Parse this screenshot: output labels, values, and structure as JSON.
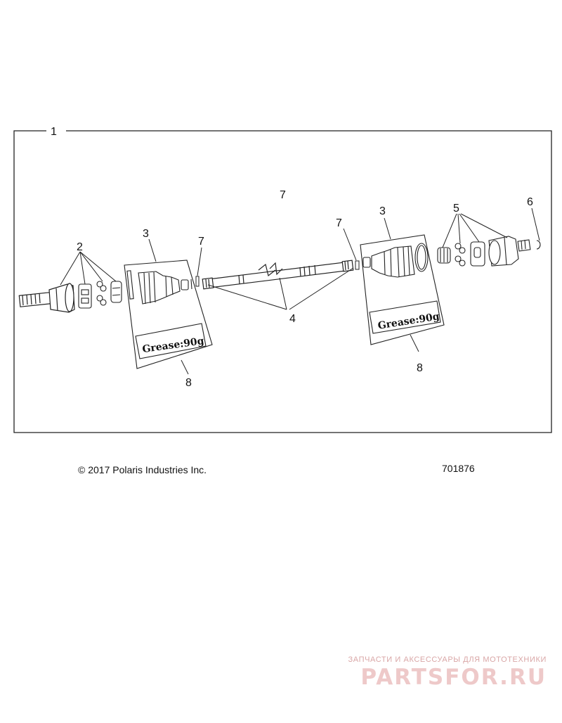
{
  "diagram": {
    "callouts": {
      "assembly": "1",
      "outer_joint_parts": "2",
      "boot_left": "3",
      "boot_right": "3",
      "shaft": "4",
      "shaft_lower": "4",
      "inner_joint_parts": "5",
      "circlip": "6",
      "ring_top": "7",
      "ring_left": "7",
      "ring_right": "7",
      "boot_kit_left": "8",
      "boot_kit_right": "8"
    },
    "grease_labels": {
      "left": "Grease:90g",
      "right": "Grease:90g"
    }
  },
  "footer": {
    "copyright": "© 2017 Polaris Industries Inc.",
    "drawing_number": "701876"
  },
  "watermark": {
    "tagline": "ЗАПЧАСТИ И АКСЕССУАРЫ ДЛЯ МОТОТЕХНИКИ",
    "brand": "PARTSFOR.RU"
  }
}
